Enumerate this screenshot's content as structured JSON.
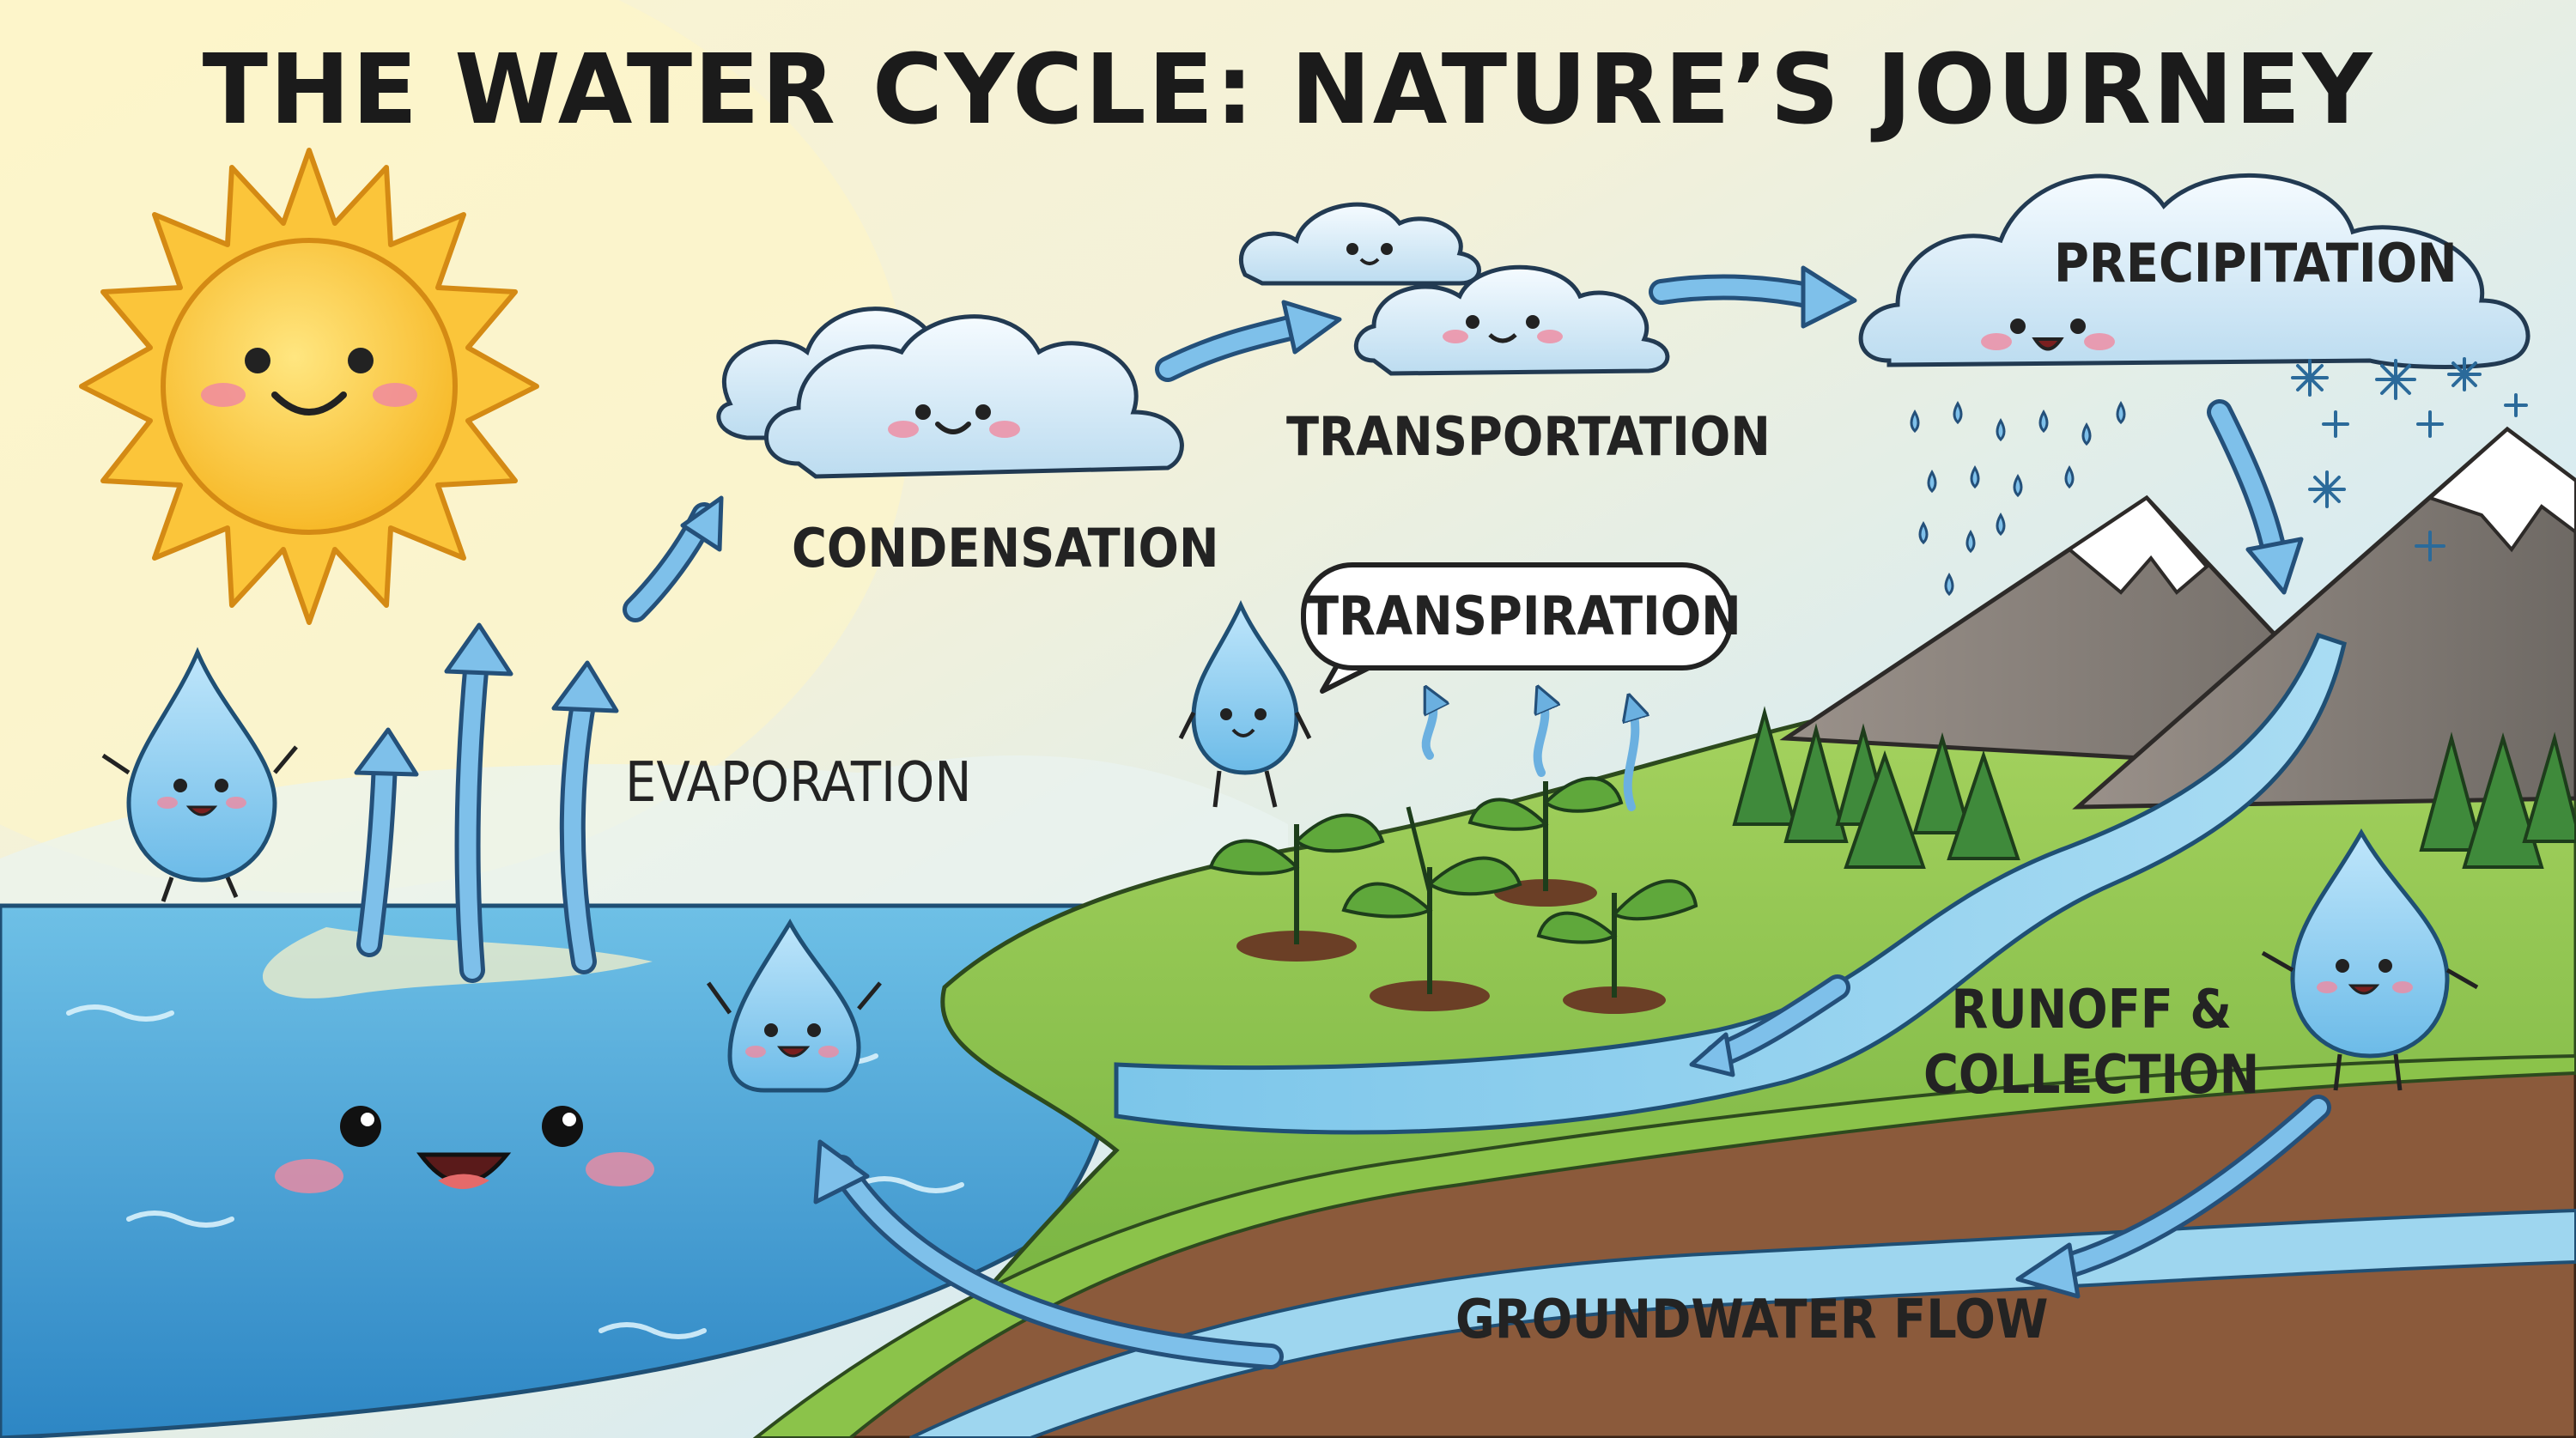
{
  "title": "THE WATER CYCLE: NATURE’S JOURNEY",
  "labels": {
    "evaporation": "EVAPORATION",
    "condensation": "CONDENSATION",
    "transportation": "TRANSPORTATION",
    "transpiration": "TRANSPIRATION",
    "precipitation": "PRECIPITATION",
    "runoff": "RUNOFF &\nCOLLECTION",
    "groundwater": "GROUNDWATER FLOW"
  },
  "colors": {
    "sky_top": "#cfe7f2",
    "sky_glow": "#fbf3c6",
    "ocean": "#4aa3d6",
    "land": "#7fbf4a",
    "soil": "#8b5a3b",
    "arrow": "#6bb0e0",
    "cloud": "#e3f1fb",
    "drop": "#8fd0f5"
  }
}
